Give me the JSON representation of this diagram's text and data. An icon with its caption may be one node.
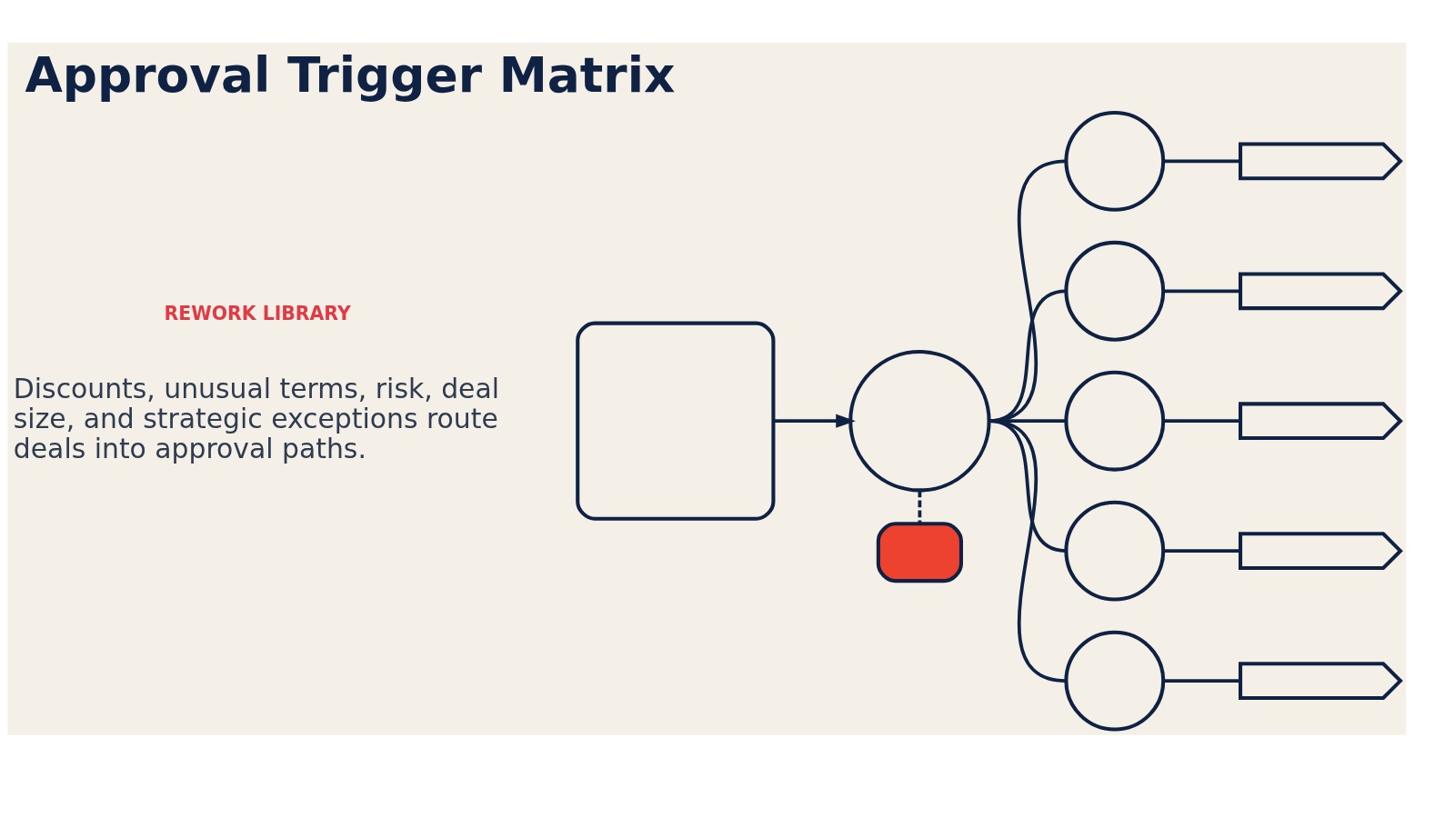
{
  "diagram": {
    "title": "Approval Trigger Matrix",
    "nodes": [
      {
        "text": [],
        "shape": "box"
      },
      {
        "text": [],
        "shape": "circle"
      },
      {
        "text": [],
        "shape": "box"
      },
      {
        "text": [],
        "shape": "circle"
      },
      {
        "text": [],
        "shape": "circle"
      },
      {
        "text": [],
        "shape": "circle"
      },
      {
        "text": [],
        "shape": "circle"
      },
      {
        "text": [],
        "shape": "circle"
      },
      {
        "text": [],
        "shape": "tag"
      },
      {
        "text": [],
        "shape": "tag"
      },
      {
        "text": [],
        "shape": "tag"
      },
      {
        "text": [],
        "shape": "tag"
      },
      {
        "text": [],
        "shape": "tag"
      }
    ],
    "edges": [
      {
        "from": 0,
        "to": 1,
        "arrow": "to"
      },
      {
        "from": 1,
        "to": 2,
        "arrow": "none",
        "style": "dashed"
      },
      {
        "from": 1,
        "to": 3,
        "arrow": "none"
      },
      {
        "from": 1,
        "to": 4,
        "arrow": "none"
      },
      {
        "from": 1,
        "to": 5,
        "arrow": "none"
      },
      {
        "from": 1,
        "to": 6,
        "arrow": "none"
      },
      {
        "from": 1,
        "to": 7,
        "arrow": "none"
      },
      {
        "from": 3,
        "to": 8,
        "arrow": "none"
      },
      {
        "from": 4,
        "to": 9,
        "arrow": "none"
      },
      {
        "from": 5,
        "to": 10,
        "arrow": "none"
      },
      {
        "from": 6,
        "to": 11,
        "arrow": "none"
      },
      {
        "from": 7,
        "to": 12,
        "arrow": "none"
      }
    ],
    "labels": [
      "REWORK LIBRARY",
      "Discounts, unusual terms, risk, deal size, and strategic exceptions route deals into approval paths."
    ]
  }
}
